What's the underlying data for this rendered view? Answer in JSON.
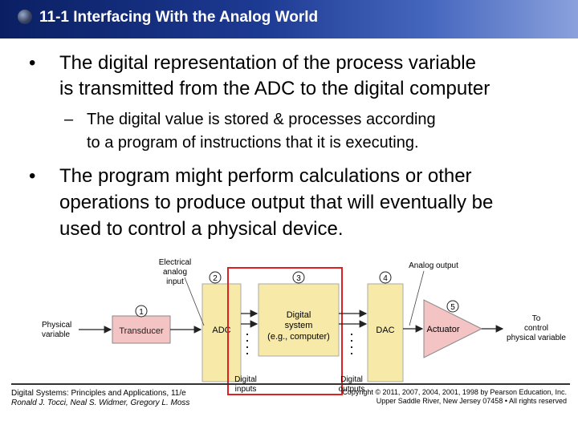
{
  "slide": {
    "title": "11-1 Interfacing With the Analog World"
  },
  "bullets": [
    {
      "marker": "•",
      "lines": [
        "The digital representation of the process variable",
        "is transmitted from the ADC to the digital computer"
      ]
    },
    {
      "marker": "–",
      "lines": [
        "The digital value is stored & processes according",
        "to a program of instructions that it is executing."
      ]
    },
    {
      "marker": "•",
      "lines": [
        "The program might perform calculations or other",
        "operations to produce output that will eventually be",
        "used to control a physical device."
      ]
    }
  ],
  "diagram": {
    "labels": {
      "electrical": "Electrical",
      "analog": "analog",
      "input": "input",
      "physical": "Physical",
      "variable": "variable",
      "transducer": "Transducer",
      "adc": "ADC",
      "digital": "Digital",
      "system": "system",
      "eg_computer": "(e.g., computer)",
      "dac": "DAC",
      "actuator": "Actuator",
      "analog_output": "Analog output",
      "to": "To",
      "control": "control",
      "physical_variable": "physical variable",
      "digital_inputs_1": "Digital",
      "digital_inputs_2": "inputs",
      "digital_outputs_1": "Digital",
      "digital_outputs_2": "outputs"
    },
    "markers": [
      "1",
      "2",
      "3",
      "4",
      "5"
    ],
    "colors": {
      "block_fill": "#f7e9a8",
      "highlight": "#e02020",
      "actuator_fill": "#f4c4c4",
      "transducer_fill": "#f4c4c4"
    }
  },
  "footer": {
    "left_line1": "Digital Systems: Principles and Applications, 11/e",
    "left_line2": "Ronald J. Tocci, Neal S. Widmer, Gregory L. Moss",
    "right_line1": "Copyright © 2011, 2007, 2004, 2001, 1998 by Pearson Education, Inc.",
    "right_line2": "Upper Saddle River, New Jersey 07458 • All rights reserved"
  }
}
